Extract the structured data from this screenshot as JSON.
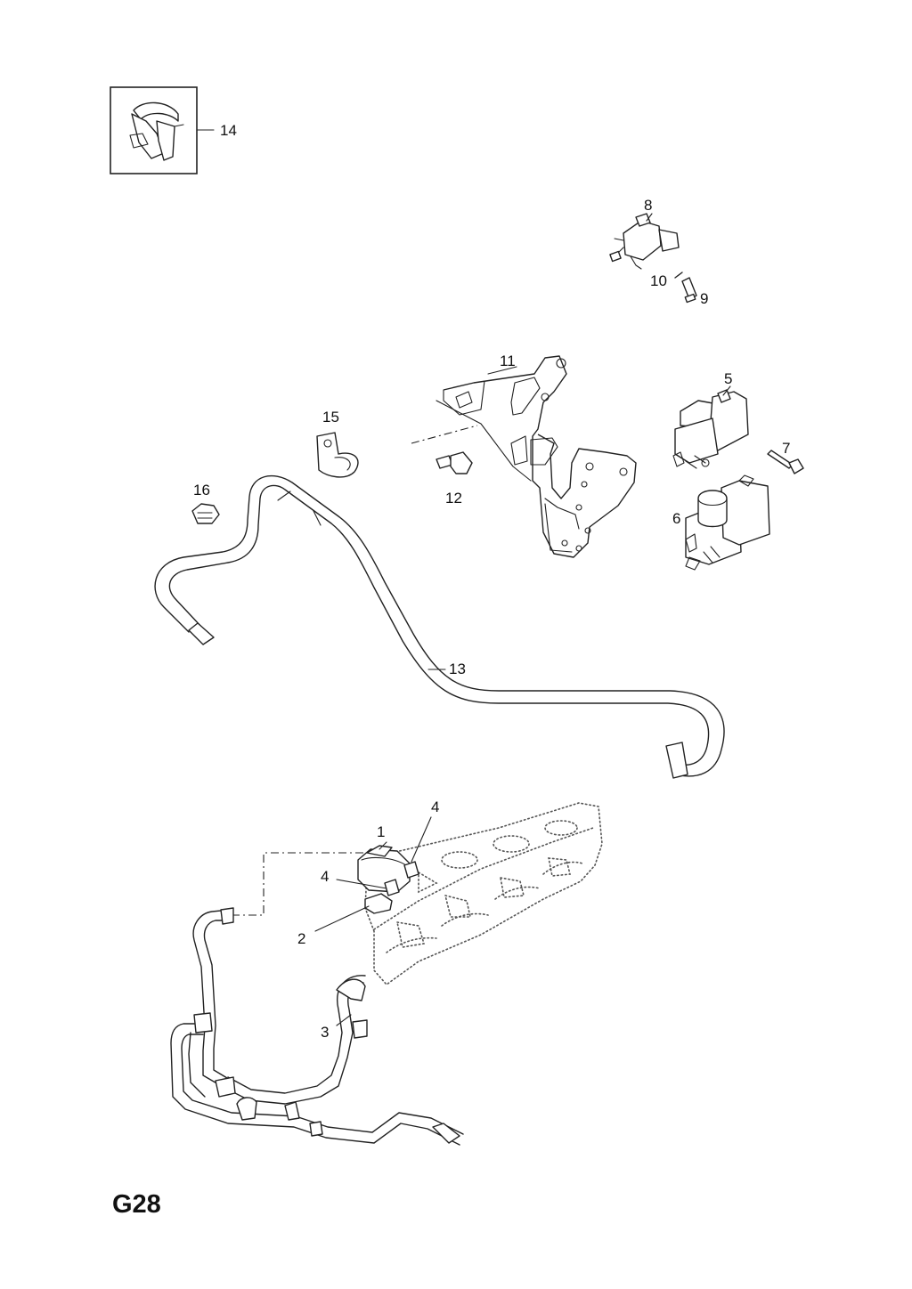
{
  "figure_code": "G28",
  "callouts": {
    "c1": "1",
    "c2": "2",
    "c3": "3",
    "c4a": "4",
    "c4b": "4",
    "c5": "5",
    "c6": "6",
    "c7": "7",
    "c8": "8",
    "c9": "9",
    "c10": "10",
    "c11": "11",
    "c12": "12",
    "c13": "13",
    "c14": "14",
    "c15": "15",
    "c16": "16"
  }
}
